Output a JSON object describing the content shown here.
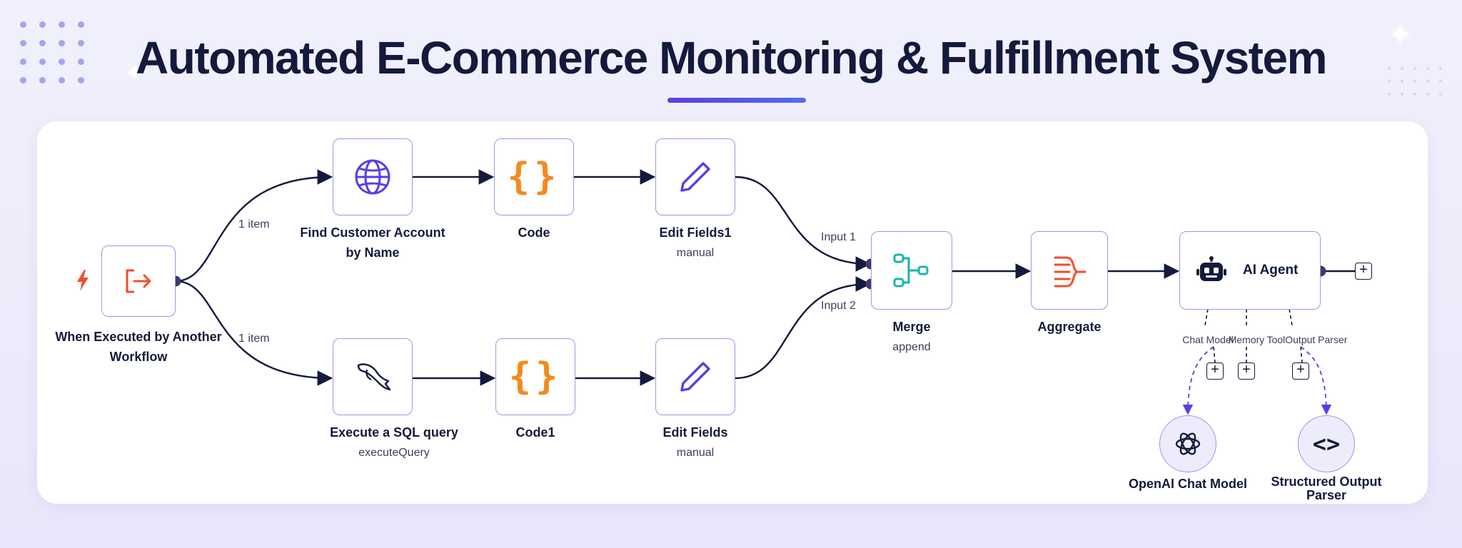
{
  "title": "Automated E-Commerce Monitoring & Fulfillment System",
  "edges": {
    "top_item": "1 item",
    "bottom_item": "1 item",
    "input1": "Input 1",
    "input2": "Input 2"
  },
  "nodes": {
    "trigger": {
      "label": "When Executed by Another Workflow"
    },
    "find_customer": {
      "label": "Find Customer Account by Name"
    },
    "code": {
      "label": "Code"
    },
    "edit_fields1": {
      "label": "Edit Fields1",
      "sub": "manual"
    },
    "sql": {
      "label": "Execute a SQL query",
      "sub": "executeQuery"
    },
    "code1": {
      "label": "Code1"
    },
    "edit_fields": {
      "label": "Edit Fields",
      "sub": "manual"
    },
    "merge": {
      "label": "Merge",
      "sub": "append"
    },
    "aggregate": {
      "label": "Aggregate"
    },
    "agent": {
      "label": "AI Agent"
    },
    "openai": {
      "label": "OpenAI Chat Model"
    },
    "parser": {
      "label": "Structured Output Parser"
    }
  },
  "agent_slots": {
    "chat_model": "Chat Model",
    "memory": "Memory",
    "output_parser": "ToolOutput Parser"
  },
  "colors": {
    "wire": "#141a3c",
    "node_border": "#9f95ec",
    "accent_purple": "#5b3de6",
    "accent_orange": "#f28a1e",
    "accent_red": "#f24e2a",
    "accent_teal": "#18b6a6"
  }
}
